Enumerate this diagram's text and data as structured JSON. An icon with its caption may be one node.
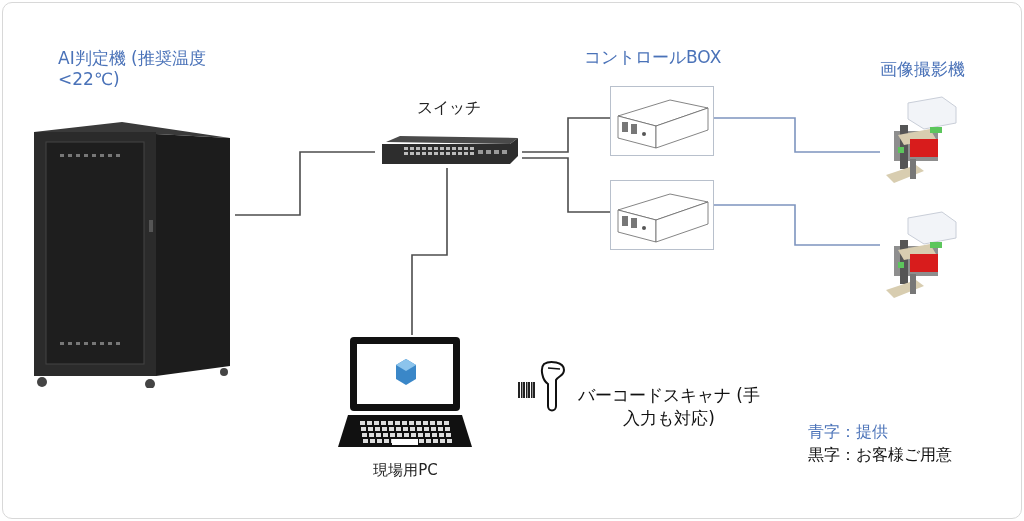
{
  "diagram": {
    "nodes": [
      {
        "text": [
          "AI判定機 (推奨温度<22℃)"
        ]
      },
      {
        "text": [
          "スイッチ"
        ]
      },
      {
        "text": [],
        "shape": "picture"
      },
      {
        "text": [],
        "shape": "picture"
      },
      {
        "text": [],
        "shape": "picture"
      },
      {
        "text": [],
        "shape": "picture"
      },
      {
        "text": [
          "現場用PC"
        ]
      }
    ],
    "edges": [
      {
        "from": 0,
        "to": 1,
        "arrow": "none"
      },
      {
        "from": 1,
        "to": 2,
        "arrow": "none"
      },
      {
        "from": 1,
        "to": 3,
        "arrow": "none"
      },
      {
        "from": 2,
        "to": 4,
        "arrow": "none",
        "color": "#7d94bf"
      },
      {
        "from": 3,
        "to": 5,
        "arrow": "none",
        "color": "#7d94bf"
      },
      {
        "from": 1,
        "to": 6,
        "arrow": "none"
      }
    ],
    "labels": [
      "コントロールBOX",
      "画像撮影機",
      "バーコードスキャナ (手入力も対応)",
      "青字：提供",
      "黒字：お客様ご用意"
    ]
  }
}
